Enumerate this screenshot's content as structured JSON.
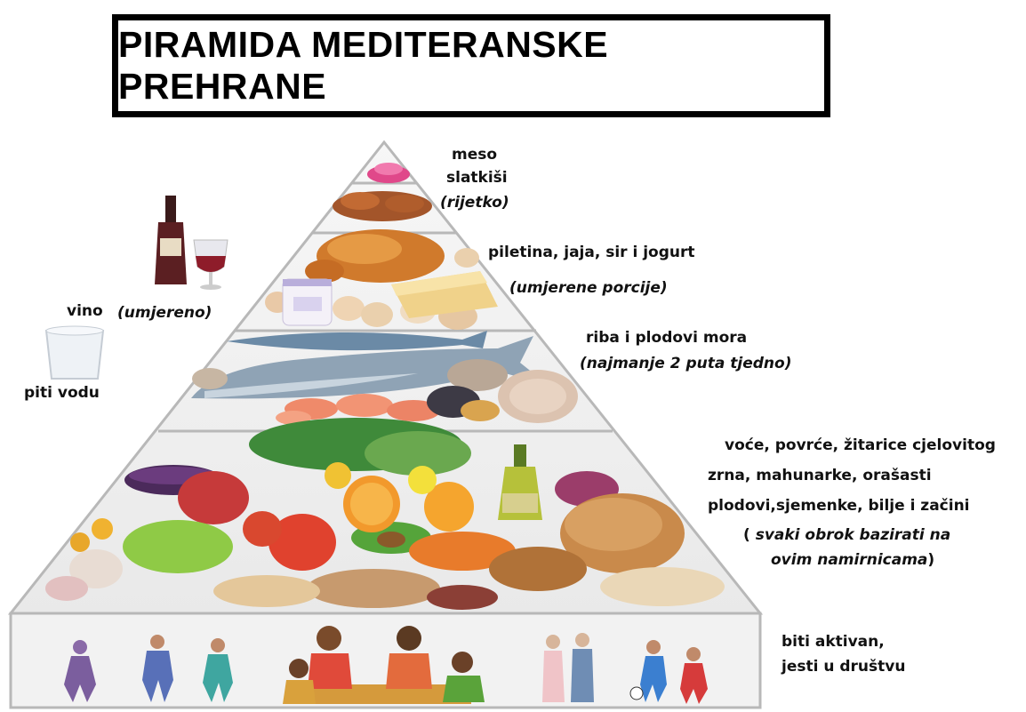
{
  "title": "PIRAMIDA MEDITERANSKE PREHRANE",
  "levels": {
    "top": {
      "lines": [
        "meso",
        "slatkiši"
      ],
      "note": "(rijetko)"
    },
    "poultry": {
      "text": "piletina, jaja, sir i jogurt",
      "note": "(umjerene porcije)"
    },
    "fish": {
      "text": "riba i plodovi mora",
      "note": "(najmanje 2 puta tjedno)"
    },
    "base": {
      "line1": "voće, povrće, žitarice cjelovitog",
      "line2": "zrna, mahunarke, orašasti",
      "line3": "plodovi,sjemenke,  bilje i začini",
      "note_prefix": "( ",
      "note_italic_1": "svaki obrok bazirati na",
      "note_italic_2": "ovim namirnicama",
      "note_suffix": ")"
    },
    "activity": {
      "line1": "biti aktivan,",
      "line2": "jesti u društvu"
    }
  },
  "side": {
    "wine": "vino",
    "wine_note": "(umjereno)",
    "water": "piti vodu"
  },
  "icons": [
    "wine-bottle-icon",
    "wine-glass-icon",
    "water-glass-icon",
    "pink-sweets-icon",
    "meat-icon",
    "roast-chicken-icon",
    "eggs-icon",
    "cheese-icon",
    "yogurt-icon",
    "fish-icon",
    "shrimp-icon",
    "clam-icon",
    "vegetables-icon",
    "fruit-icon",
    "bread-icon",
    "olive-oil-icon",
    "people-dancing-icon",
    "family-eating-icon",
    "people-walking-icon",
    "kids-playing-icon"
  ],
  "colors": {
    "pyramid_line": "#b8b8b8",
    "title_border": "#000000"
  }
}
